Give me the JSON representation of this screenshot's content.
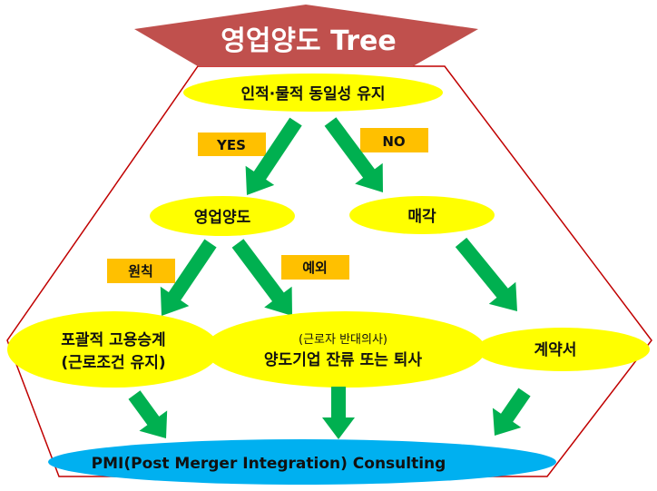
{
  "title": "영업양도 Tree",
  "colors": {
    "title_fill": "#C0504D",
    "frame_stroke": "#C00000",
    "node_fill": "#FFFF00",
    "label_fill": "#FFC000",
    "arrow_fill": "#00B050",
    "pmi_fill": "#00B0F0"
  },
  "nodes": {
    "root": "인적·물적 동일성 유지",
    "transfer": "영업양도",
    "sale": "매각",
    "employment": {
      "line1": "포괄적 고용승계",
      "line2": "(근로조건 유지)"
    },
    "exception": {
      "line1": "(근로자 반대의사)",
      "line2": "양도기업 잔류 또는 퇴사"
    },
    "contract": "계약서",
    "pmi": "PMI(Post Merger Integration) Consulting"
  },
  "labels": {
    "yes": "YES",
    "no": "NO",
    "principle": "원칙",
    "exception": "예외"
  }
}
